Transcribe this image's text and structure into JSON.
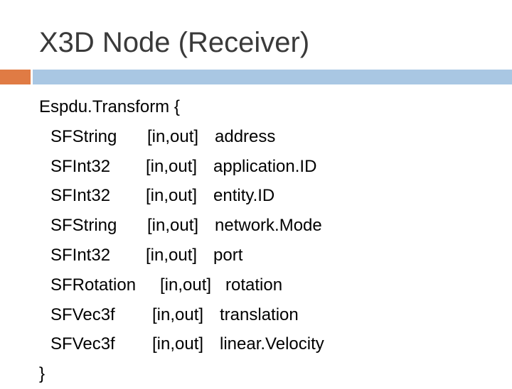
{
  "slide": {
    "title": "X3D Node (Receiver)",
    "colors": {
      "title": "#3a3a3a",
      "accent_orange": "#e07b44",
      "accent_blue": "#a9c7e3"
    }
  },
  "code": {
    "open_line": "Espdu.Transform {",
    "fields": [
      {
        "type": "SFString",
        "access": "[in,out]",
        "name": "address"
      },
      {
        "type": "SFInt32",
        "access": "[in,out]",
        "name": "application.ID"
      },
      {
        "type": "SFInt32",
        "access": "[in,out]",
        "name": "entity.ID"
      },
      {
        "type": "SFString",
        "access": "[in,out]",
        "name": "network.Mode"
      },
      {
        "type": "SFInt32",
        "access": "[in,out]",
        "name": "port"
      },
      {
        "type": "SFRotation",
        "access": "[in,out]",
        "name": "rotation"
      },
      {
        "type": "SFVec3f",
        "access": "[in,out]",
        "name": "translation"
      },
      {
        "type": "SFVec3f",
        "access": "[in,out]",
        "name": "linear.Velocity"
      }
    ],
    "close_line": "}"
  }
}
